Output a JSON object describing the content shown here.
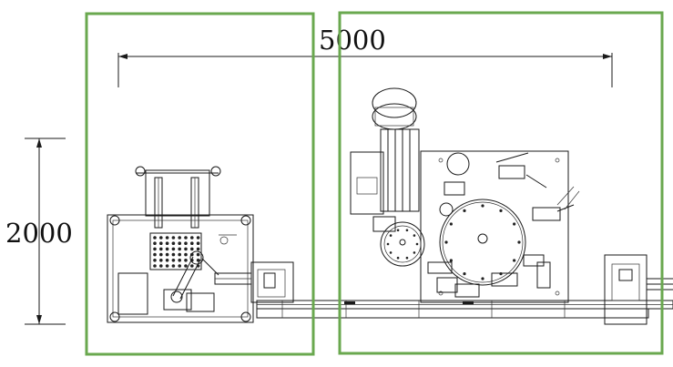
{
  "dimensions": {
    "width_label": "5000",
    "height_label": "2000"
  },
  "colors": {
    "region_outline": "#6aa84f",
    "line": "#1a1a1a"
  },
  "regions": [
    {
      "name": "left-station-region"
    },
    {
      "name": "right-station-region"
    }
  ]
}
